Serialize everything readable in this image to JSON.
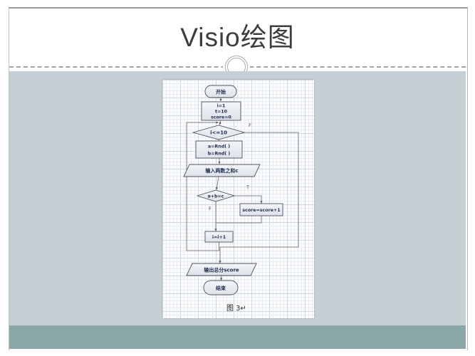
{
  "slide": {
    "title": "Visio绘图"
  },
  "flowchart": {
    "caption": "图 3↵",
    "branch_true": "T",
    "branch_false": "F",
    "nodes": {
      "start": {
        "label": "开始"
      },
      "init": {
        "line1": "i=1",
        "line2": "t=10",
        "line3": "score=0"
      },
      "loop_cond": {
        "label": "i<=10"
      },
      "random": {
        "line1": "a=Rnd( )",
        "line2": "b=Rnd( )"
      },
      "input": {
        "label": "输入两数之和c"
      },
      "check": {
        "label": "a+b=c"
      },
      "add_score": {
        "label": "score=score+1"
      },
      "increment": {
        "label": "i=i+1"
      },
      "output": {
        "label": "输出总分score"
      },
      "end": {
        "label": "结束"
      }
    }
  },
  "colors": {
    "content_background": "#c6d0d4",
    "bottom_band": "#8ba6a6",
    "title_text": "#3d3d3d",
    "shape_border": "#4e525c",
    "shape_text": "#1e2c4e"
  }
}
